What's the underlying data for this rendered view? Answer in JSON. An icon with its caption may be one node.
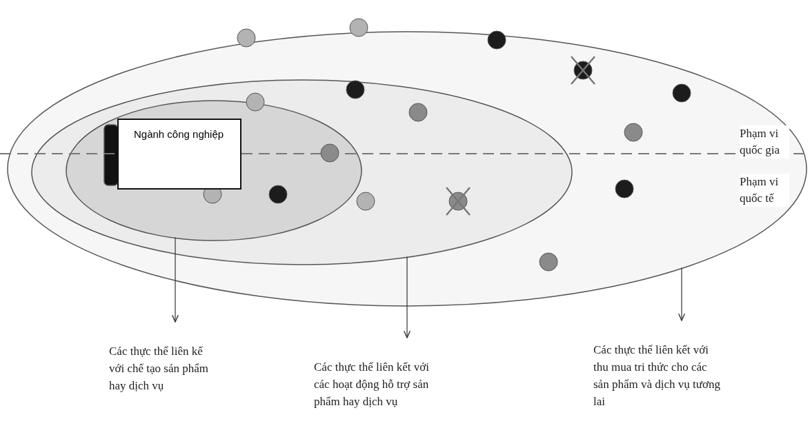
{
  "diagram": {
    "nodes": [
      {
        "text": [],
        "shape": "ellipse"
      },
      {
        "text": [],
        "shape": "ellipse",
        "in": 0
      },
      {
        "text": [],
        "shape": "ellipse",
        "in": 1
      },
      {
        "text": [],
        "shape": "bar",
        "in": 2
      },
      {
        "text": [
          "Ngành công nghiệp"
        ],
        "in": 2
      },
      {
        "text": [
          "Các thực thể liên kế với chế tạo sản phẩm hay dịch vụ"
        ]
      },
      {
        "text": [
          "Các thực thể liên kết với các hoạt động hỗ trợ sản phẩm hay dịch vụ"
        ]
      },
      {
        "text": [
          "Các thực thể liên kết với thu mua tri thức cho các sản phẩm và dịch vụ tương lai"
        ]
      }
    ],
    "edges": [
      {
        "from": 2,
        "to": 5,
        "arrow": "to"
      },
      {
        "from": 1,
        "to": 6,
        "arrow": "to"
      },
      {
        "from": 0,
        "to": 7,
        "arrow": "to"
      }
    ],
    "labels": [
      "Phạm vi quốc gia",
      "Phạm vi quốc tế"
    ]
  }
}
